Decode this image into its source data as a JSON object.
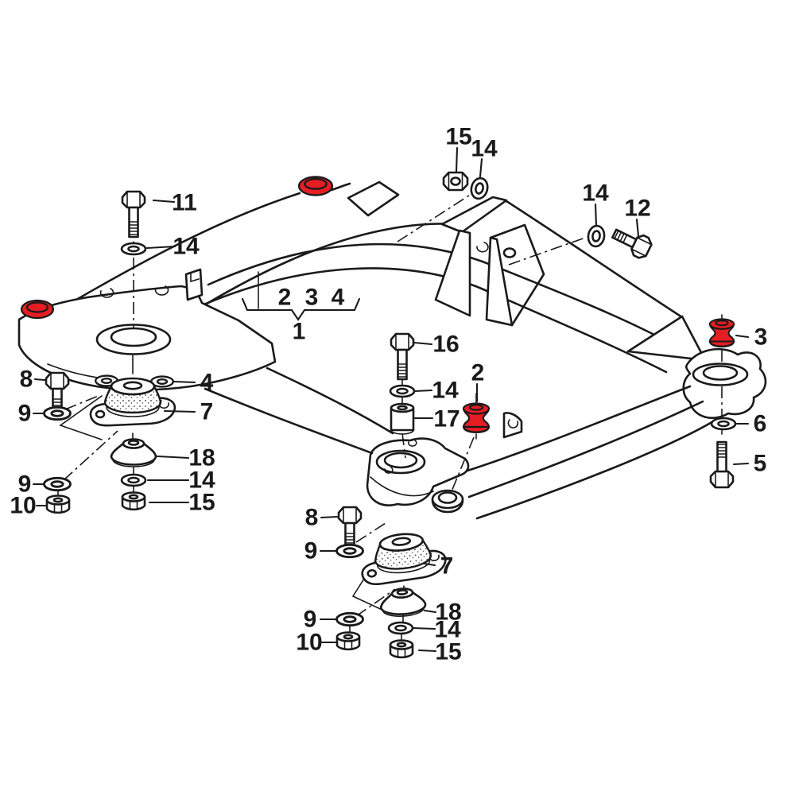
{
  "diagram": {
    "type": "exploded-parts-diagram",
    "subject": "subframe-crossmember-with-mountings",
    "background": "#ffffff"
  },
  "colors": {
    "highlight_red": "#e61d23",
    "line": "#1a1a1a",
    "background": "#ffffff"
  },
  "highlighted_parts": [
    "bushing-2",
    "bushing-3",
    "mount-seat-left",
    "mount-seat-top"
  ],
  "bracket_group": {
    "members": [
      "2",
      "3",
      "4"
    ],
    "assembly": "1"
  },
  "callouts": [
    {
      "label": "11"
    },
    {
      "label": "14"
    },
    {
      "label": "15"
    },
    {
      "label": "14"
    },
    {
      "label": "14"
    },
    {
      "label": "12"
    },
    {
      "label": "3"
    },
    {
      "label": "6"
    },
    {
      "label": "5"
    },
    {
      "label": "16"
    },
    {
      "label": "14"
    },
    {
      "label": "17"
    },
    {
      "label": "2"
    },
    {
      "label": "8"
    },
    {
      "label": "9"
    },
    {
      "label": "7"
    },
    {
      "label": "9"
    },
    {
      "label": "10"
    },
    {
      "label": "18"
    },
    {
      "label": "14"
    },
    {
      "label": "15"
    },
    {
      "label": "8"
    },
    {
      "label": "9"
    },
    {
      "label": "9"
    },
    {
      "label": "10"
    },
    {
      "label": "4"
    },
    {
      "label": "7"
    },
    {
      "label": "18"
    },
    {
      "label": "14"
    },
    {
      "label": "15"
    },
    {
      "label": "2"
    },
    {
      "label": "3"
    },
    {
      "label": "4"
    },
    {
      "label": "1"
    }
  ]
}
